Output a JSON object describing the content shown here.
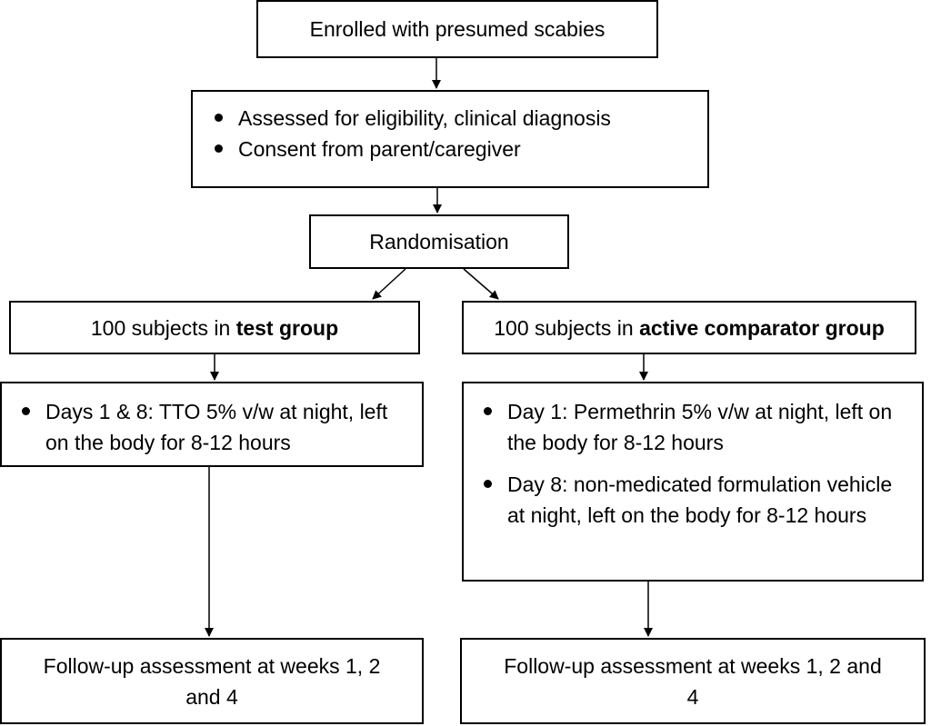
{
  "enrolled": "Enrolled with presumed scabies",
  "eligibility": [
    "Assessed for eligibility, clinical diagnosis",
    "Consent from parent/caregiver"
  ],
  "randomisation": "Randomisation",
  "test_group": {
    "prefix": "100 subjects in ",
    "bold": "test group"
  },
  "comparator_group": {
    "prefix": "100 subjects in ",
    "bold": "active comparator group"
  },
  "test_treatment": [
    "Days 1 & 8: TTO 5% v/w at night, left on the body for 8-12 hours"
  ],
  "comparator_treatment": [
    "Day 1: Permethrin 5% v/w at night, left on the body for 8-12 hours",
    "Day 8: non-medicated formulation vehicle at night, left on the body for 8-12 hours"
  ],
  "followup_test": "Follow-up assessment at weeks 1, 2 and 4",
  "followup_comparator": "Follow-up assessment at weeks 1, 2 and 4"
}
